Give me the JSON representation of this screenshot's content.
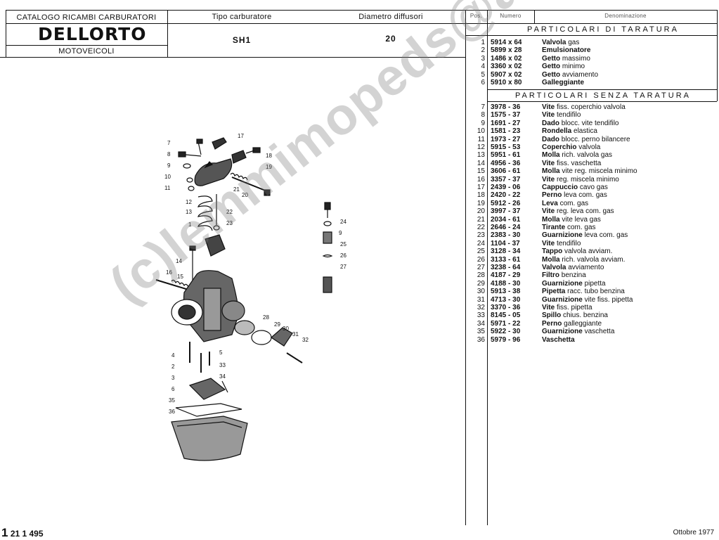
{
  "header": {
    "catalog_title": "CATALOGO RICAMBI CARBURATORI",
    "brand": "DELLORTO",
    "category": "MOTOVEICOLI",
    "type_label": "Tipo carburatore",
    "type_value": "SH1",
    "diameter_label": "Diametro diffusori",
    "diameter_value": "20"
  },
  "parts_table": {
    "col_pos": "Pos.",
    "col_number": "Numero",
    "col_name": "Denominazione",
    "section1_title": "PARTICOLARI DI TARATURA",
    "section2_title": "PARTICOLARI SENZA TARATURA",
    "section1": [
      {
        "pos": "1",
        "number": "5914 x 64",
        "name": "Valvola",
        "rest": " gas"
      },
      {
        "pos": "2",
        "number": "5899 x 28",
        "name": "Emulsionatore",
        "rest": ""
      },
      {
        "pos": "3",
        "number": "1486 x 02",
        "name": "Getto",
        "rest": " massimo"
      },
      {
        "pos": "4",
        "number": "3360 x 02",
        "name": "Getto",
        "rest": " minimo"
      },
      {
        "pos": "5",
        "number": "5907 x 02",
        "name": "Getto",
        "rest": " avviamento"
      },
      {
        "pos": "6",
        "number": "5910 x 80",
        "name": "Galleggiante",
        "rest": ""
      }
    ],
    "section2": [
      {
        "pos": "7",
        "number": "3978 - 36",
        "name": "Vite",
        "rest": " fiss. coperchio valvola"
      },
      {
        "pos": "8",
        "number": "1575 - 37",
        "name": "Vite",
        "rest": " tendifilo"
      },
      {
        "pos": "9",
        "number": "1691 - 27",
        "name": "Dado",
        "rest": " blocc. vite tendifilo"
      },
      {
        "pos": "10",
        "number": "1581 - 23",
        "name": "Rondella",
        "rest": " elastica"
      },
      {
        "pos": "11",
        "number": "1973 - 27",
        "name": "Dado",
        "rest": " blocc. perno bilancere"
      },
      {
        "pos": "12",
        "number": "5915 - 53",
        "name": "Coperchio",
        "rest": " valvola"
      },
      {
        "pos": "13",
        "number": "5951 - 61",
        "name": "Molla",
        "rest": " rich. valvola gas"
      },
      {
        "pos": "14",
        "number": "4956 - 36",
        "name": "Vite",
        "rest": " fiss. vaschetta"
      },
      {
        "pos": "15",
        "number": "3606 - 61",
        "name": "Molla",
        "rest": " vite reg. miscela minimo"
      },
      {
        "pos": "16",
        "number": "3357 - 37",
        "name": "Vite",
        "rest": " reg. miscela minimo"
      },
      {
        "pos": "17",
        "number": "2439 - 06",
        "name": "Cappuccio",
        "rest": " cavo gas"
      },
      {
        "pos": "18",
        "number": "2420 - 22",
        "name": "Perno",
        "rest": " leva com. gas"
      },
      {
        "pos": "19",
        "number": "5912 - 26",
        "name": "Leva",
        "rest": " com. gas"
      },
      {
        "pos": "20",
        "number": "3997 - 37",
        "name": "Vite",
        "rest": " reg. leva com. gas"
      },
      {
        "pos": "21",
        "number": "2034 - 61",
        "name": "Molla",
        "rest": " vite leva gas"
      },
      {
        "pos": "22",
        "number": "2646 - 24",
        "name": "Tirante",
        "rest": " com. gas"
      },
      {
        "pos": "23",
        "number": "2383 - 30",
        "name": "Guarnizione",
        "rest": " leva com. gas"
      },
      {
        "pos": "24",
        "number": "1104 - 37",
        "name": "Vite",
        "rest": " tendifilo"
      },
      {
        "pos": "25",
        "number": "3128 - 34",
        "name": "Tappo",
        "rest": " valvola avviam."
      },
      {
        "pos": "26",
        "number": "3133 - 61",
        "name": "Molla",
        "rest": " rich. valvola avviam."
      },
      {
        "pos": "27",
        "number": "3238 - 64",
        "name": "Valvola",
        "rest": " avviamento"
      },
      {
        "pos": "28",
        "number": "4187 - 29",
        "name": "Filtro",
        "rest": " benzina"
      },
      {
        "pos": "29",
        "number": "4188 - 30",
        "name": "Guarnizione",
        "rest": " pipetta"
      },
      {
        "pos": "30",
        "number": "5913 - 38",
        "name": "Pipetta",
        "rest": " racc. tubo benzina"
      },
      {
        "pos": "31",
        "number": "4713 - 30",
        "name": "Guarnizione",
        "rest": " vite fiss. pipetta"
      },
      {
        "pos": "32",
        "number": "3370 - 36",
        "name": "Vite",
        "rest": " fiss. pipetta"
      },
      {
        "pos": "33",
        "number": "8145 - 05",
        "name": "Spillo",
        "rest": " chius. benzina"
      },
      {
        "pos": "34",
        "number": "5971 - 22",
        "name": "Perno",
        "rest": " galleggiante"
      },
      {
        "pos": "35",
        "number": "5922 - 30",
        "name": "Guarnizione",
        "rest": " vaschetta"
      },
      {
        "pos": "36",
        "number": "5979 - 96",
        "name": "Vaschetta",
        "rest": ""
      }
    ]
  },
  "diagram_labels": [
    "1",
    "2",
    "3",
    "4",
    "5",
    "6",
    "7",
    "8",
    "9",
    "10",
    "11",
    "12",
    "13",
    "14",
    "15",
    "16",
    "17",
    "18",
    "19",
    "20",
    "21",
    "22",
    "23",
    "24",
    "9",
    "25",
    "26",
    "27",
    "28",
    "29",
    "30",
    "31",
    "32",
    "33",
    "34",
    "35",
    "36"
  ],
  "footer": {
    "page_code": "21 1 495",
    "date": "Ottobre 1977"
  },
  "watermark": "(c)lemmimopeds@aim"
}
